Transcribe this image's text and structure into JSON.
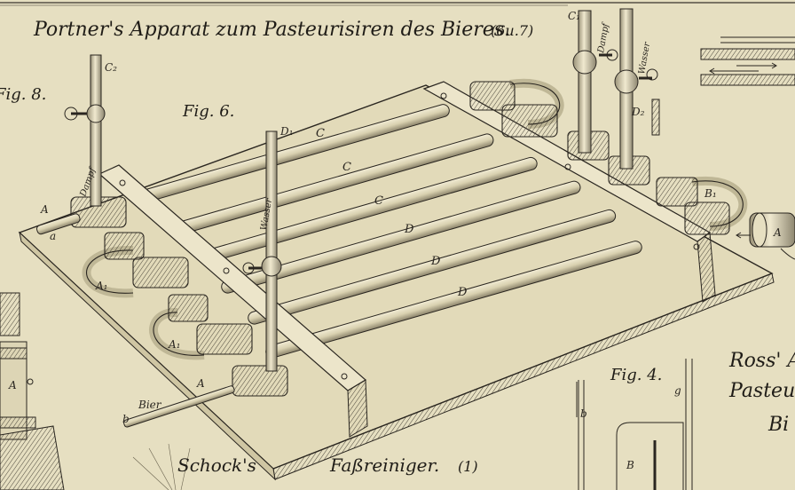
{
  "plate": {
    "title": "Portner's Apparat zum Pasteurisiren des Bieres.",
    "title_ref": "(6u.7)",
    "fig6_label": "Fig. 6.",
    "fig8_label": "Fig. 8.",
    "fig4_label": "Fig. 4.",
    "ross_caption": [
      "Ross' A",
      "Pasteu",
      "Bi"
    ],
    "bottom_caption": "Schock's",
    "bottom_caption2": "Faßreiniger.",
    "bottom_caption2_ref": "(1)"
  },
  "labels": {
    "C": "C",
    "D": "D",
    "A": "A",
    "A1": "A₁",
    "a": "a",
    "b": "b",
    "B": "B",
    "B1": "B₁",
    "C1": "C₁",
    "C2": "C₂",
    "D1": "D₁",
    "D2": "D₂",
    "g": "g",
    "Bier": "Bier",
    "Dampf": "Dampf",
    "Wasser": "Wasser"
  },
  "colors": {
    "paper": "#e6dfc1",
    "ink": "#2a2620"
  }
}
